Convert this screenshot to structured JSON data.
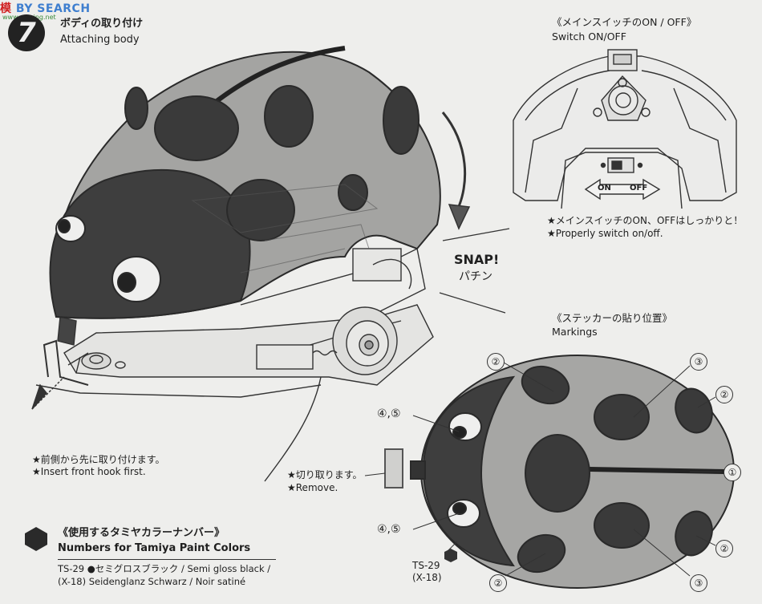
{
  "watermark": {
    "left": "模",
    "right": "BY SEARCH",
    "url": "www.moxing.net"
  },
  "step": {
    "number": "7",
    "title_ja": "ボディの取り付け",
    "title_en": "Attaching body"
  },
  "switch": {
    "title_ja": "《メインスイッチのON / OFF》",
    "title_en": "Switch ON/OFF",
    "on_label": "ON",
    "off_label": "OFF",
    "note_ja": "★メインスイッチのON、OFFはしっかりと！",
    "note_en": "★Properly switch on/off."
  },
  "snap": {
    "en": "SNAP!",
    "ja": "パチン"
  },
  "front_hook": {
    "note_ja": "★前側から先に取り付けます。",
    "note_en": "★Insert front hook first."
  },
  "markings": {
    "title_ja": "《ステッカーの貼り位置》",
    "title_en": "Markings",
    "remove_ja": "★切り取ります。",
    "remove_en": "★Remove.",
    "callouts": [
      "②",
      "③",
      "②",
      "④,⑤",
      "①",
      "④,⑤",
      "②",
      "②",
      "③"
    ],
    "paint_code": "TS-29",
    "paint_code2": "(X-18)"
  },
  "paint": {
    "title_ja": "《使用するタミヤカラーナンバー》",
    "title_en": "Numbers for Tamiya Paint Colors",
    "line1": "TS-29 ●セミグロスブラック / Semi gloss black /",
    "line2": "(X-18)   Seidenglanz Schwarz / Noir satiné"
  }
}
